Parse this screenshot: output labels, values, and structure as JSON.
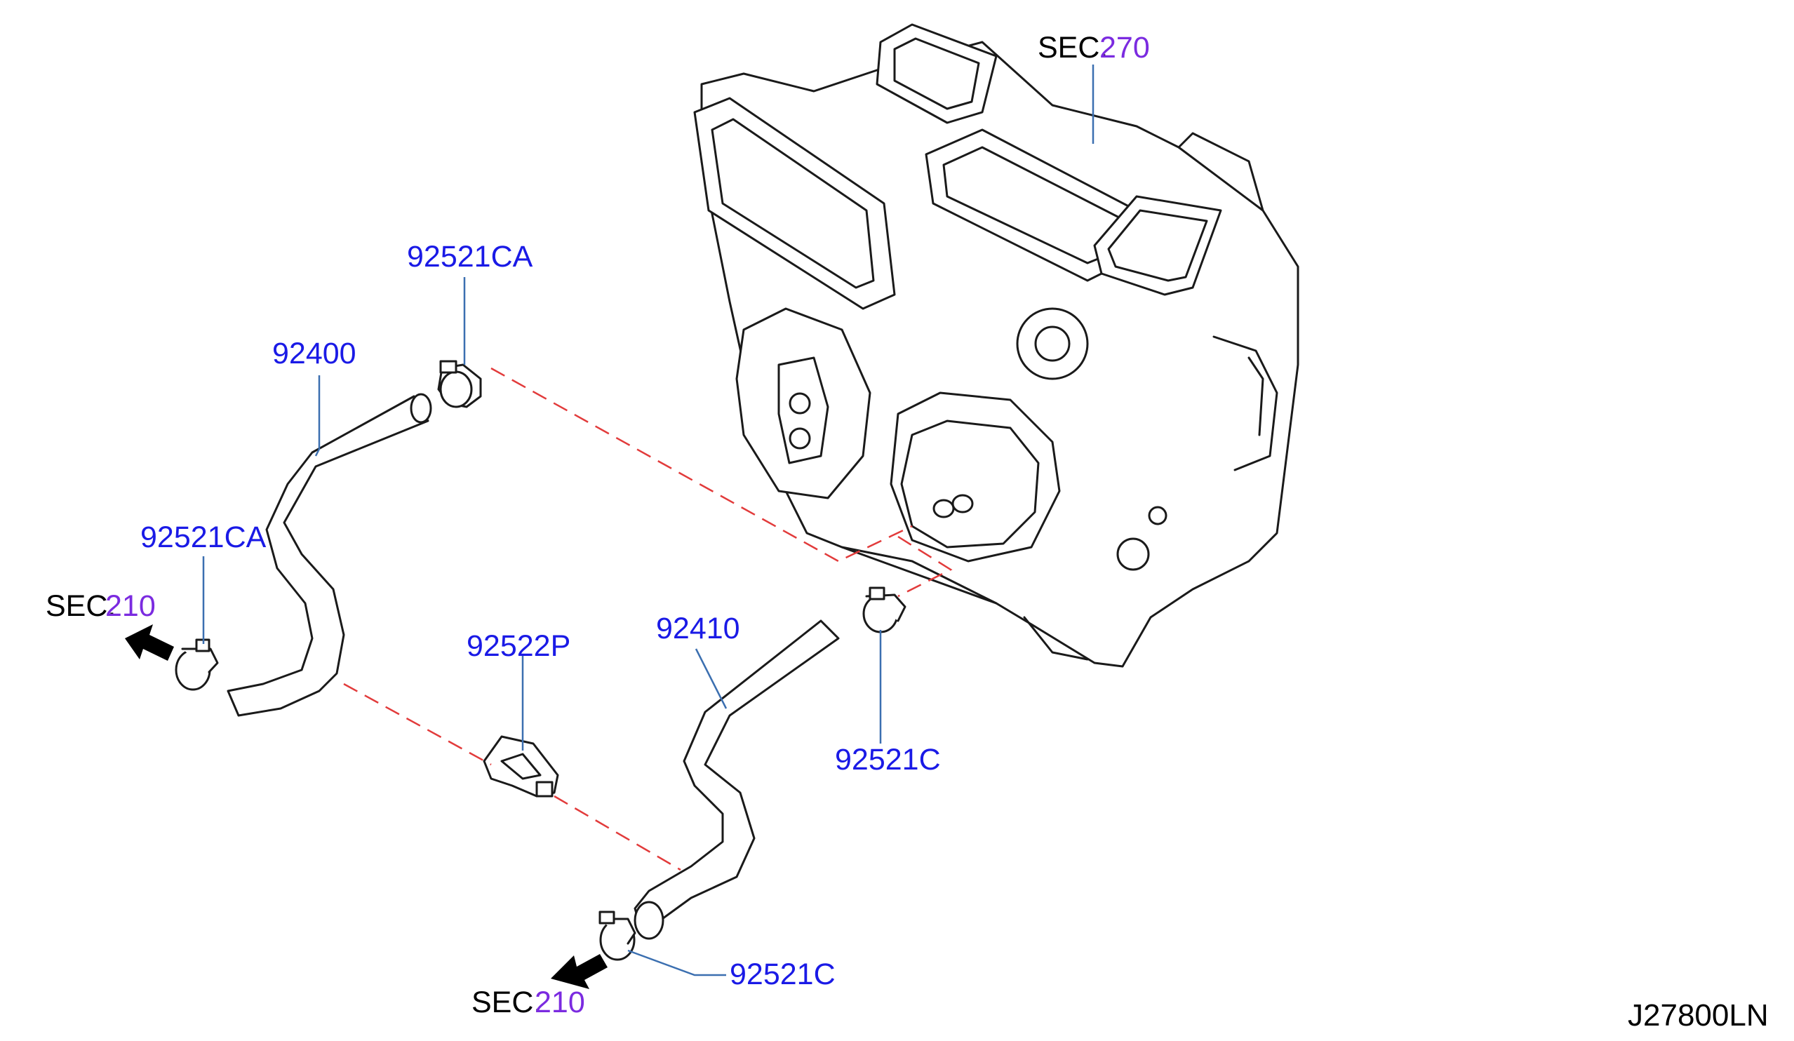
{
  "labels": {
    "sec_270": "SEC.",
    "sec_270_num": "270",
    "part_92521CA_top": "92521CA",
    "part_92400": "92400",
    "part_92521CA_left": "92521CA",
    "sec_210_left": "SEC.",
    "sec_210_left_num": "210",
    "part_92522P": "92522P",
    "part_92410": "92410",
    "part_92521C_right": "92521C",
    "part_92521C_bottom": "92521C",
    "sec_210_bottom": "SEC.",
    "sec_210_bottom_num": "210",
    "diagram_code": "J27800LN"
  },
  "colors": {
    "part_number": "#1a1ae6",
    "section_number": "#7b2be0",
    "leader_line": "#3b6fb0",
    "dashed_line": "#e23b3b",
    "outline": "#1a1a1a"
  },
  "icons": {
    "arrow_left": "arrow-left-icon",
    "arrow_bottom": "arrow-down-left-icon"
  }
}
